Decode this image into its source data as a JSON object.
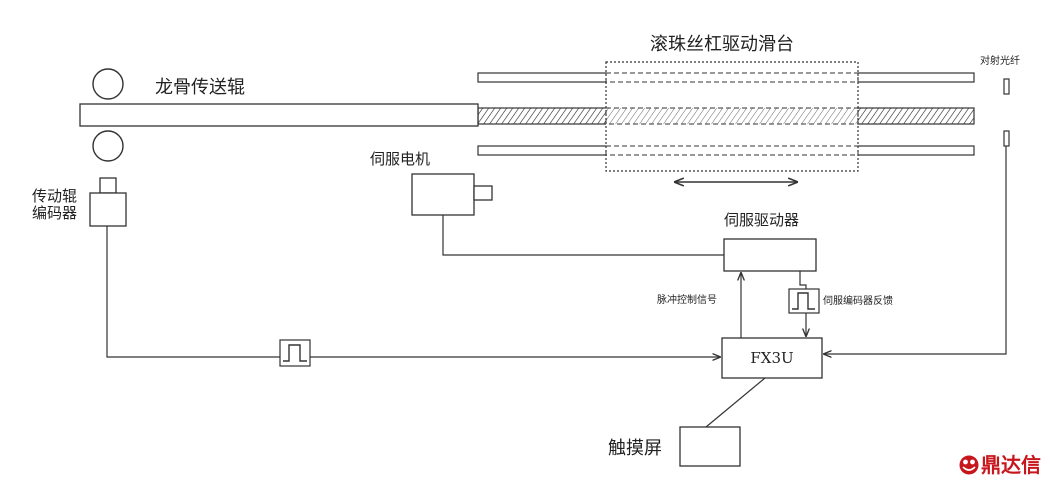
{
  "labels": {
    "ball_screw_stage": "滚珠丝杠驱动滑台",
    "keel_conveyor_roller": "龙骨传送辊",
    "servo_motor": "伺服电机",
    "roller_encoder_line1": "传动辊",
    "roller_encoder_line2": "编码器",
    "servo_driver": "伺服驱动器",
    "pulse_control_signal": "脉冲控制信号",
    "servo_encoder_feedback": "伺服编码器反馈",
    "plc": "FX3U",
    "touch_screen": "触摸屏",
    "through_beam_sensor": "对射光纤"
  },
  "watermark": {
    "brand_text": "鼎达信"
  },
  "colors": {
    "line": "#333333",
    "brand_red": "#c8161d"
  }
}
